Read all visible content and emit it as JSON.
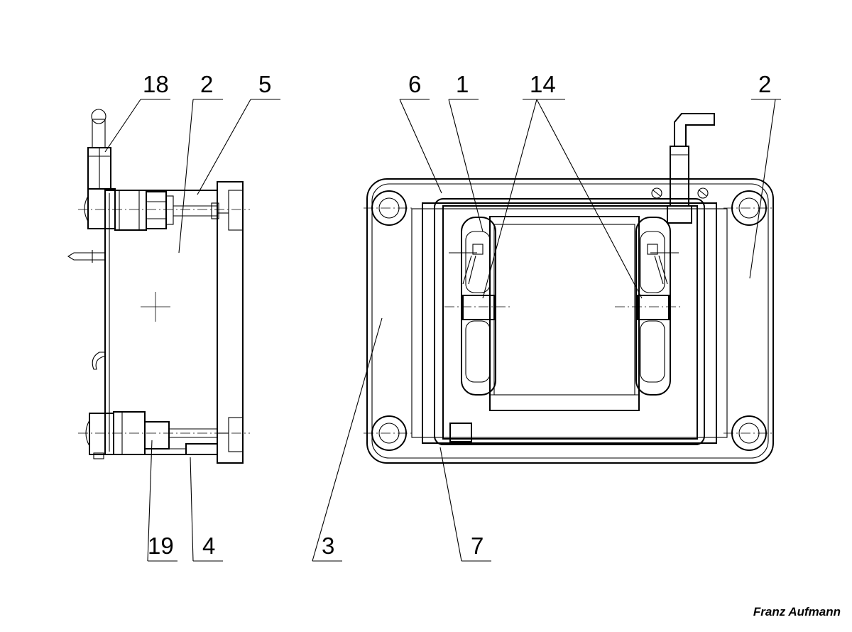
{
  "callouts": {
    "left_view": {
      "top": [
        "18",
        "2",
        "5"
      ],
      "bottom": [
        "19",
        "4"
      ]
    },
    "right_view": {
      "top": [
        "6",
        "1",
        "14",
        "2"
      ],
      "bottom": [
        "3",
        "7"
      ]
    }
  },
  "credit": "Franz Aufmann"
}
